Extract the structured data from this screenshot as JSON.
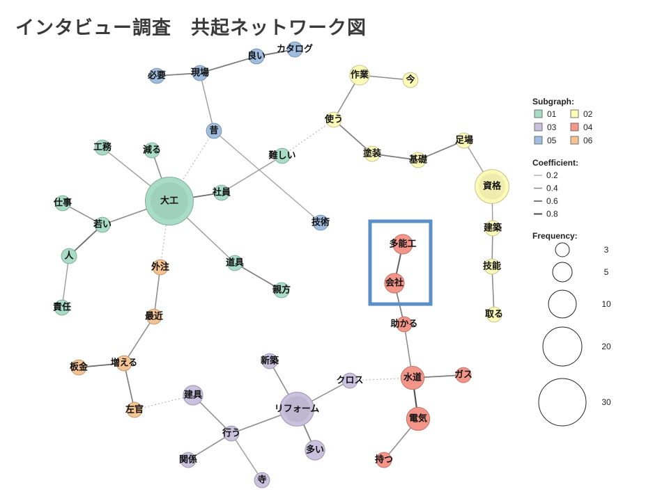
{
  "title": "インタビュー調査　共起ネットワーク図",
  "subgraphs": [
    {
      "id": "01",
      "label": "01",
      "color": "#a8dcc9"
    },
    {
      "id": "02",
      "label": "02",
      "color": "#fdfbb8"
    },
    {
      "id": "03",
      "label": "03",
      "color": "#c8c2de"
    },
    {
      "id": "04",
      "label": "04",
      "color": "#f4958a"
    },
    {
      "id": "05",
      "label": "05",
      "color": "#9fbddf"
    },
    {
      "id": "06",
      "label": "06",
      "color": "#f6c392"
    }
  ],
  "legend": {
    "subgraph_heading": "Subgraph:",
    "coefficient_heading": "Coefficient:",
    "coefficients": [
      "0.2",
      "0.4",
      "0.6",
      "0.8"
    ],
    "frequency_heading": "Frequency:",
    "frequencies": [
      "3",
      "5",
      "10",
      "20",
      "30"
    ]
  },
  "highlight_color": "#5b8fc7",
  "nodes": [
    {
      "id": "kataroku",
      "label": "カタログ",
      "group": "05",
      "freq": 3
    },
    {
      "id": "yoi",
      "label": "良い",
      "group": "05",
      "freq": 3
    },
    {
      "id": "genba",
      "label": "現場",
      "group": "05",
      "freq": 3
    },
    {
      "id": "hitsuyou",
      "label": "必要",
      "group": "05",
      "freq": 3
    },
    {
      "id": "mukashi",
      "label": "昔",
      "group": "05",
      "freq": 3
    },
    {
      "id": "gijutsu",
      "label": "技術",
      "group": "05",
      "freq": 3
    },
    {
      "id": "sagyou",
      "label": "作業",
      "group": "02",
      "freq": 5
    },
    {
      "id": "ima",
      "label": "今",
      "group": "02",
      "freq": 3
    },
    {
      "id": "tsukau",
      "label": "使う",
      "group": "02",
      "freq": 3
    },
    {
      "id": "tosou",
      "label": "塗装",
      "group": "02",
      "freq": 3
    },
    {
      "id": "kiso",
      "label": "基礎",
      "group": "02",
      "freq": 3
    },
    {
      "id": "ashiba",
      "label": "足場",
      "group": "02",
      "freq": 3
    },
    {
      "id": "shikaku",
      "label": "資格",
      "group": "02",
      "freq": 15
    },
    {
      "id": "kenchiku",
      "label": "建築",
      "group": "02",
      "freq": 3
    },
    {
      "id": "ginou",
      "label": "技能",
      "group": "02",
      "freq": 3
    },
    {
      "id": "toru",
      "label": "取る",
      "group": "02",
      "freq": 3
    },
    {
      "id": "muzukashii",
      "label": "難しい",
      "group": "01",
      "freq": 3
    },
    {
      "id": "koumu",
      "label": "工務",
      "group": "01",
      "freq": 3
    },
    {
      "id": "heru",
      "label": "減る",
      "group": "01",
      "freq": 3
    },
    {
      "id": "daiku",
      "label": "大工",
      "group": "01",
      "freq": 30
    },
    {
      "id": "shain",
      "label": "社員",
      "group": "01",
      "freq": 3
    },
    {
      "id": "shigoto",
      "label": "仕事",
      "group": "01",
      "freq": 3
    },
    {
      "id": "wakai",
      "label": "若い",
      "group": "01",
      "freq": 3
    },
    {
      "id": "hito",
      "label": "人",
      "group": "01",
      "freq": 3
    },
    {
      "id": "sekinin",
      "label": "責任",
      "group": "01",
      "freq": 3
    },
    {
      "id": "dougu",
      "label": "道具",
      "group": "01",
      "freq": 3
    },
    {
      "id": "oyakata",
      "label": "親方",
      "group": "01",
      "freq": 3
    },
    {
      "id": "gaichu",
      "label": "外注",
      "group": "06",
      "freq": 3
    },
    {
      "id": "saikin",
      "label": "最近",
      "group": "06",
      "freq": 3
    },
    {
      "id": "fueru",
      "label": "増える",
      "group": "06",
      "freq": 3
    },
    {
      "id": "itagane",
      "label": "板金",
      "group": "06",
      "freq": 3
    },
    {
      "id": "sakan",
      "label": "左官",
      "group": "06",
      "freq": 3
    },
    {
      "id": "tanoukou",
      "label": "多能工",
      "group": "04",
      "freq": 5
    },
    {
      "id": "kaisha",
      "label": "会社",
      "group": "04",
      "freq": 5
    },
    {
      "id": "tasukaru",
      "label": "助かる",
      "group": "04",
      "freq": 3
    },
    {
      "id": "suidou",
      "label": "水道",
      "group": "04",
      "freq": 7
    },
    {
      "id": "gasu",
      "label": "ガス",
      "group": "04",
      "freq": 3
    },
    {
      "id": "denki",
      "label": "電気",
      "group": "04",
      "freq": 7
    },
    {
      "id": "motsu",
      "label": "持つ",
      "group": "04",
      "freq": 3
    },
    {
      "id": "shinchiku",
      "label": "新築",
      "group": "03",
      "freq": 3
    },
    {
      "id": "kurosu",
      "label": "クロス",
      "group": "03",
      "freq": 3
    },
    {
      "id": "reform",
      "label": "リフォーム",
      "group": "03",
      "freq": 15
    },
    {
      "id": "tategu",
      "label": "建具",
      "group": "03",
      "freq": 5
    },
    {
      "id": "okonau",
      "label": "行う",
      "group": "03",
      "freq": 3
    },
    {
      "id": "ooi",
      "label": "多い",
      "group": "03",
      "freq": 5
    },
    {
      "id": "kankei",
      "label": "関係",
      "group": "03",
      "freq": 3
    },
    {
      "id": "tera",
      "label": "寺",
      "group": "03",
      "freq": 3
    }
  ],
  "edges": [
    {
      "source": "kataroku",
      "target": "yoi",
      "coef": 0.6,
      "style": "solid"
    },
    {
      "source": "yoi",
      "target": "genba",
      "coef": 0.5,
      "style": "solid"
    },
    {
      "source": "genba",
      "target": "hitsuyou",
      "coef": 0.5,
      "style": "solid"
    },
    {
      "source": "genba",
      "target": "mukashi",
      "coef": 0.3,
      "style": "solid"
    },
    {
      "source": "mukashi",
      "target": "gijutsu",
      "coef": 0.25,
      "style": "solid"
    },
    {
      "source": "mukashi",
      "target": "daiku",
      "coef": 0.2,
      "style": "dotted"
    },
    {
      "source": "sagyou",
      "target": "ima",
      "coef": 0.4,
      "style": "solid"
    },
    {
      "source": "sagyou",
      "target": "tsukau",
      "coef": 0.4,
      "style": "solid"
    },
    {
      "source": "tsukau",
      "target": "tosou",
      "coef": 0.5,
      "style": "solid"
    },
    {
      "source": "tsukau",
      "target": "muzukashii",
      "coef": 0.2,
      "style": "dotted"
    },
    {
      "source": "tosou",
      "target": "kiso",
      "coef": 0.5,
      "style": "solid"
    },
    {
      "source": "kiso",
      "target": "ashiba",
      "coef": 0.5,
      "style": "solid"
    },
    {
      "source": "ashiba",
      "target": "shikaku",
      "coef": 0.3,
      "style": "solid"
    },
    {
      "source": "shikaku",
      "target": "kenchiku",
      "coef": 0.3,
      "style": "solid"
    },
    {
      "source": "kenchiku",
      "target": "ginou",
      "coef": 0.4,
      "style": "solid"
    },
    {
      "source": "ginou",
      "target": "toru",
      "coef": 0.4,
      "style": "solid"
    },
    {
      "source": "muzukashii",
      "target": "shain",
      "coef": 0.3,
      "style": "solid"
    },
    {
      "source": "koumu",
      "target": "daiku",
      "coef": 0.3,
      "style": "solid"
    },
    {
      "source": "heru",
      "target": "daiku",
      "coef": 0.4,
      "style": "solid"
    },
    {
      "source": "daiku",
      "target": "shain",
      "coef": 0.6,
      "style": "solid"
    },
    {
      "source": "daiku",
      "target": "wakai",
      "coef": 0.4,
      "style": "solid"
    },
    {
      "source": "daiku",
      "target": "dougu",
      "coef": 0.3,
      "style": "solid"
    },
    {
      "source": "daiku",
      "target": "gaichu",
      "coef": 0.2,
      "style": "dotted"
    },
    {
      "source": "dougu",
      "target": "oyakata",
      "coef": 0.5,
      "style": "solid"
    },
    {
      "source": "shigoto",
      "target": "wakai",
      "coef": 0.4,
      "style": "solid"
    },
    {
      "source": "wakai",
      "target": "hito",
      "coef": 0.6,
      "style": "solid"
    },
    {
      "source": "hito",
      "target": "sekinin",
      "coef": 0.3,
      "style": "solid"
    },
    {
      "source": "gaichu",
      "target": "saikin",
      "coef": 0.4,
      "style": "solid"
    },
    {
      "source": "saikin",
      "target": "fueru",
      "coef": 0.4,
      "style": "solid"
    },
    {
      "source": "fueru",
      "target": "itagane",
      "coef": 0.6,
      "style": "solid"
    },
    {
      "source": "fueru",
      "target": "sakan",
      "coef": 0.5,
      "style": "solid"
    },
    {
      "source": "sakan",
      "target": "tategu",
      "coef": 0.2,
      "style": "dotted"
    },
    {
      "source": "tanoukou",
      "target": "kaisha",
      "coef": 0.7,
      "style": "solid"
    },
    {
      "source": "kaisha",
      "target": "tasukaru",
      "coef": 0.5,
      "style": "solid"
    },
    {
      "source": "tasukaru",
      "target": "suidou",
      "coef": 0.4,
      "style": "solid"
    },
    {
      "source": "suidou",
      "target": "gasu",
      "coef": 0.5,
      "style": "solid"
    },
    {
      "source": "suidou",
      "target": "denki",
      "coef": 0.8,
      "style": "solid"
    },
    {
      "source": "suidou",
      "target": "kurosu",
      "coef": 0.2,
      "style": "dotted"
    },
    {
      "source": "denki",
      "target": "motsu",
      "coef": 0.4,
      "style": "solid"
    },
    {
      "source": "shinchiku",
      "target": "reform",
      "coef": 0.4,
      "style": "solid"
    },
    {
      "source": "kurosu",
      "target": "reform",
      "coef": 0.4,
      "style": "solid"
    },
    {
      "source": "reform",
      "target": "ooi",
      "coef": 0.5,
      "style": "solid"
    },
    {
      "source": "reform",
      "target": "okonau",
      "coef": 0.4,
      "style": "solid"
    },
    {
      "source": "tategu",
      "target": "okonau",
      "coef": 0.4,
      "style": "solid"
    },
    {
      "source": "okonau",
      "target": "kankei",
      "coef": 0.4,
      "style": "solid"
    },
    {
      "source": "okonau",
      "target": "tera",
      "coef": 0.3,
      "style": "solid"
    }
  ]
}
